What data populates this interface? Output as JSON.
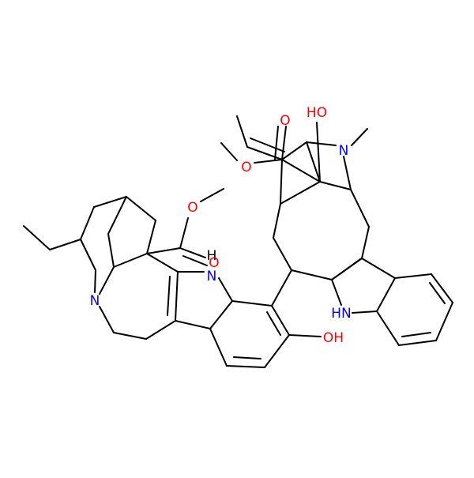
{
  "colors": {
    "bond": "#000000",
    "nitrogen": "#0000ff",
    "oxygen": "#ff0000",
    "background": "#ffffff"
  },
  "atom_labels": {
    "n_amine_left": "N",
    "n_indole_left": "N",
    "h_indole_left": "H",
    "o_ester_left_carbonyl": "O",
    "o_ester_left_ether": "O",
    "oh_phenol": "OH",
    "nh_indole_right": "HN",
    "n_methyl_right": "N",
    "ho_right": "HO",
    "o_ester_right_carbonyl": "O",
    "o_ester_right_ether": "O"
  }
}
